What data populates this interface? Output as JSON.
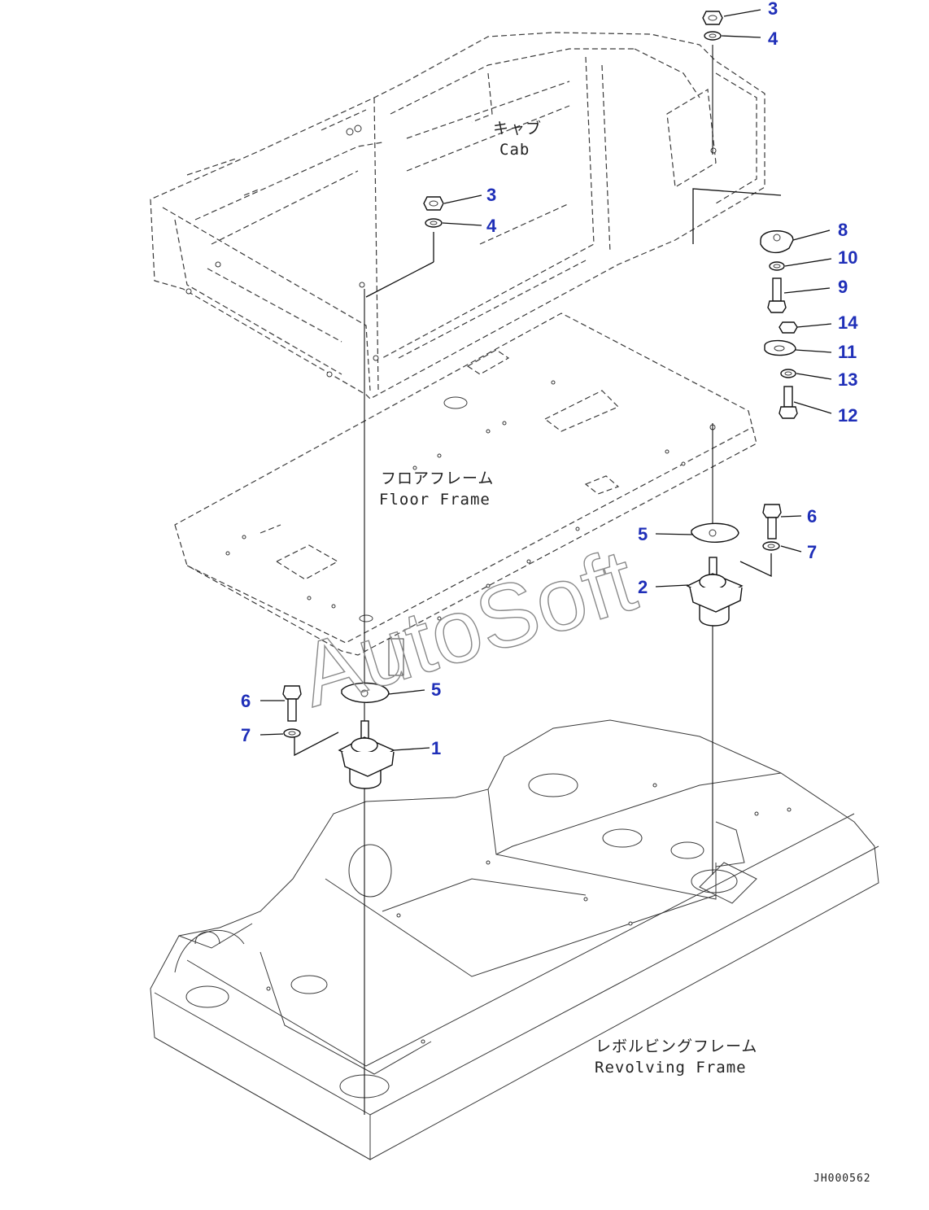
{
  "labels": {
    "cab_jp": "キャブ",
    "cab_en": "Cab",
    "floor_jp": "フロアフレーム",
    "floor_en": "Floor Frame",
    "revolving_jp": "レボルビングフレーム",
    "revolving_en": "Revolving Frame",
    "drawing_ref": "JH000562",
    "watermark": "AutoSoft"
  },
  "callouts": {
    "c3a": "3",
    "c4a": "4",
    "c3b": "3",
    "c4b": "4",
    "c8": "8",
    "c10": "10",
    "c9": "9",
    "c14": "14",
    "c11": "11",
    "c13": "13",
    "c12": "12",
    "c6a": "6",
    "c7a": "7",
    "c5a": "5",
    "c2": "2",
    "c6b": "6",
    "c7b": "7",
    "c5b": "5",
    "c1": "1"
  },
  "colors": {
    "callout": "#1f2fb8",
    "line": "#1a1a1a",
    "watermark": "#8a8a8a"
  }
}
